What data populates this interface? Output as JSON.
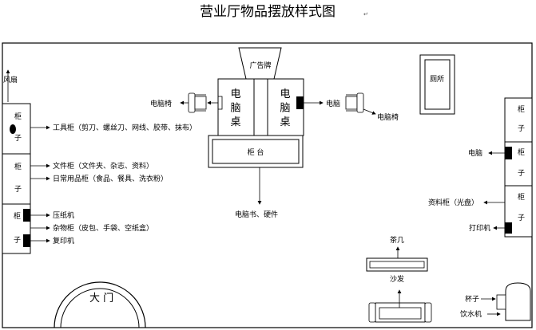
{
  "title": "营业厅物品摆放样式图",
  "return_mark": "↵",
  "labels": {
    "fan": "风扇",
    "cabinet_1": "柜",
    "cabinet_2": "子",
    "tool_cabinet": "工具柜（剪刀、螺丝刀、网线、胶带、抹布）",
    "file_cabinet": "文件柜（文件夹、杂志、资料）",
    "daily_cabinet": "日常用品柜（食品、餐具、洗衣粉）",
    "paper_press": "压纸机",
    "misc_cabinet": "杂物柜（皮包、手袋、空纸盒）",
    "copier": "复印机",
    "main_door": "大 门",
    "ad_sign": "广告牌",
    "computer_desk_left": "电脑桌",
    "computer_desk_right": "电脑桌",
    "computer_chair_left": "电脑椅",
    "computer_left": "电脑",
    "computer_chair_right": "电脑椅",
    "counter": "柜 台",
    "books_hardware": "电脑书、硬件",
    "toilet": "厕所",
    "computer_right_wall": "电脑",
    "data_cabinet": "资料柜（光盘）",
    "printer": "打印机",
    "tea_table": "茶几",
    "sofa": "沙发",
    "cup": "杯子",
    "water_dispenser": "饮水机"
  }
}
